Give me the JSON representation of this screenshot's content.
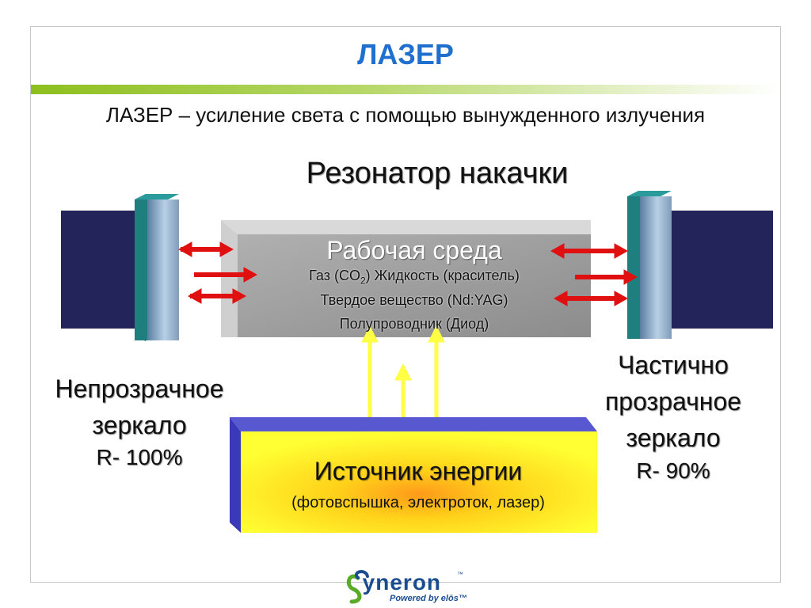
{
  "slide": {
    "title": "ЛАЗЕР",
    "subtitle": "ЛАЗЕР – усиление света с помощью вынужденного излучения"
  },
  "diagram": {
    "resonator_label": "Резонатор накачки",
    "medium": {
      "title": "Рабочая среда",
      "line1_prefix": "Газ (CO",
      "line1_sub": "2",
      "line1_suffix": ")  Жидкость (краситель)",
      "line2": "Твердое вещество (Nd:YAG)",
      "line3": "Полупроводник (Диод)"
    },
    "left_mirror": {
      "line1": "Непрозрачное",
      "line2": "зеркало",
      "reflectivity": "R- 100%"
    },
    "right_mirror": {
      "line1": "Частично",
      "line2": "прозрачное",
      "line3": "зеркало",
      "reflectivity": "R- 90%"
    },
    "energy_source": {
      "title": "Источник энергии",
      "subtitle": "(фотовспышка, электроток, лазер)"
    }
  },
  "logo": {
    "name": "yneron",
    "initial": "S",
    "trademark": "™",
    "tagline": "Powered by elōs™"
  },
  "colors": {
    "title_blue": "#1f6fcf",
    "navy_block": "#22245a",
    "mirror_teal": "#1f7f7f",
    "arrow_red": "#e01010",
    "pump_arrow_yellow": "#ffff44",
    "medium_grey": "#9a9a9a",
    "energy_yellow": "#ffee00"
  }
}
